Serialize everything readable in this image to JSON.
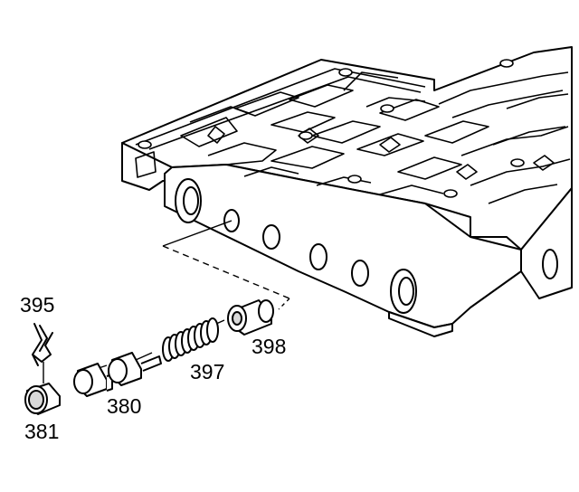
{
  "figure": {
    "callouts": {
      "c395": "395",
      "c398": "398",
      "c397": "397",
      "c380": "380",
      "c381": "381"
    }
  },
  "colors": {
    "line": "#000000",
    "fill": "#ffffff",
    "shade": "#d9d9d9"
  },
  "icons": {
    "valve_body": "valve-body-icon",
    "retainer_clip": "retainer-clip-icon",
    "bore_plug": "bore-plug-icon",
    "valve": "valve-icon",
    "spring": "spring-icon",
    "sleeve": "sleeve-icon"
  }
}
